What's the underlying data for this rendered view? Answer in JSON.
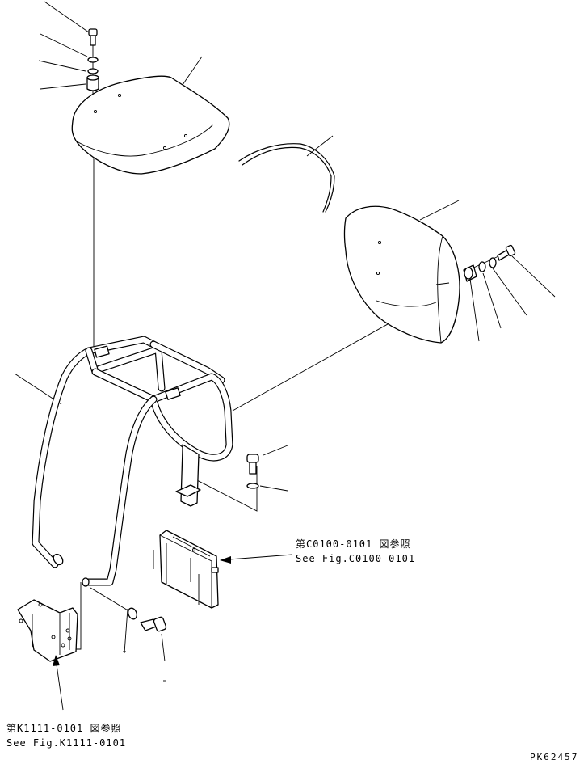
{
  "references": {
    "fig_c0100_jp": "第C0100-0101 図参照",
    "fig_c0100_en": "See Fig.C0100-0101",
    "fig_k1111_jp": "第K1111-0101 図参照",
    "fig_k1111_en": "See Fig.K1111-0101"
  },
  "drawing_code": "PK62457",
  "colors": {
    "line": "#000000",
    "background": "#ffffff"
  }
}
